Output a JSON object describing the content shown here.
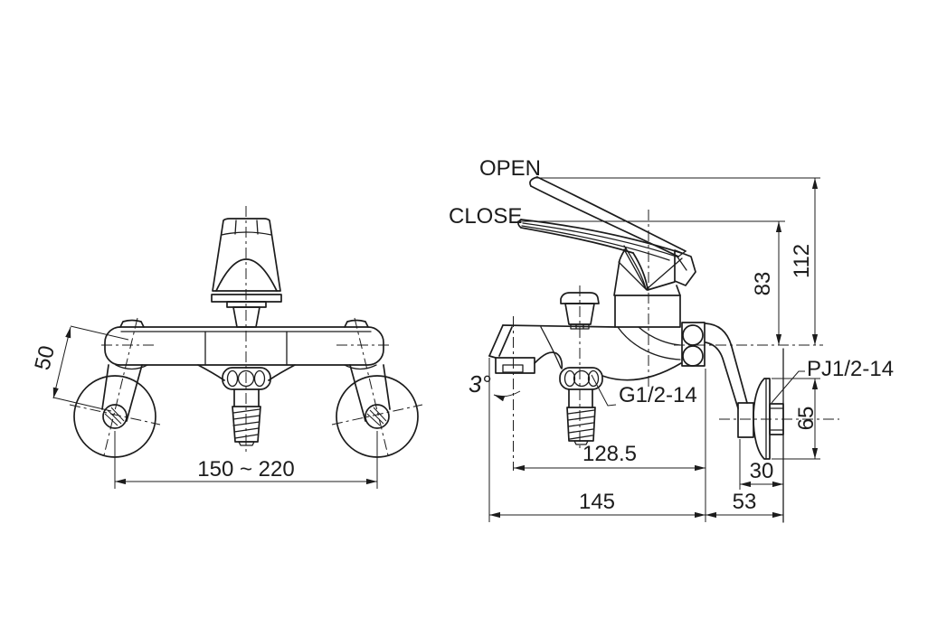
{
  "labels": {
    "open": "OPEN",
    "close": "CLOSE"
  },
  "threads": {
    "shower_outlet": "G1/2-14",
    "wall_inlet": "PJ1/2-14"
  },
  "angles": {
    "spout_tilt": "3°"
  },
  "dimensions": {
    "front_view": {
      "eccentric_leg_length": "50",
      "wall_pipe_span": "150 ~ 220"
    },
    "side_view": {
      "close_lever_height": "83",
      "open_lever_height": "112",
      "flange_diameter": "65",
      "flange_depth": "30",
      "wall_to_body": "53",
      "outlet_to_wall": "128.5",
      "body_length": "145"
    }
  },
  "colors": {
    "line": "#1c1c1c",
    "background": "#ffffff"
  }
}
